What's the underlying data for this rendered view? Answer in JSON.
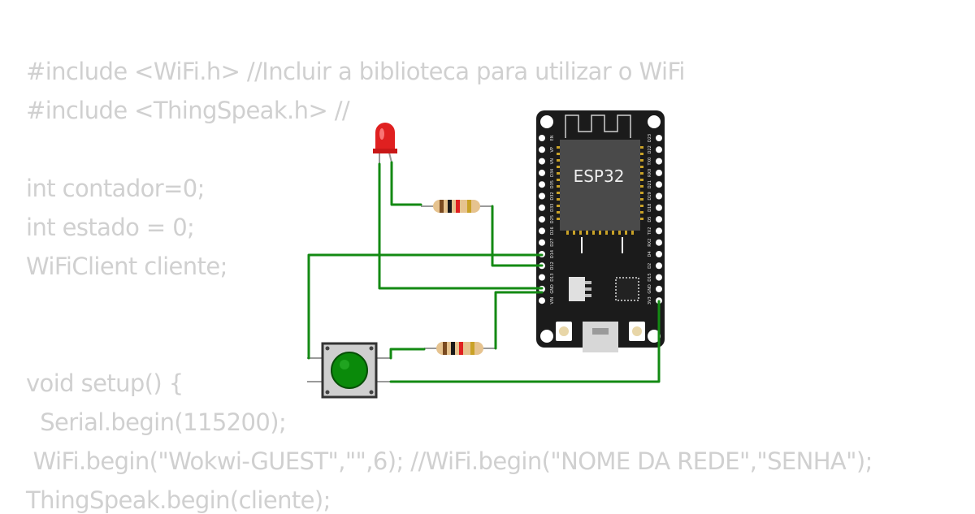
{
  "code_lines": [
    "#include <WiFi.h> //Incluir a biblioteca para utilizar o WiFi",
    "#include <ThingSpeak.h> //",
    "",
    "int contador=0;",
    "int estado = 0;",
    "WiFiClient cliente;",
    "",
    "",
    "void setup() {",
    "  Serial.begin(115200);",
    " WiFi.begin(\"Wokwi-GUEST\",\"\",6); //WiFi.begin(\"NOME DA REDE\",\"SENHA\");",
    "ThingSpeak.begin(cliente);"
  ],
  "circuit": {
    "board": {
      "chip_label": "ESP32",
      "left_pins": [
        "EN",
        "VP",
        "VN",
        "D34",
        "D35",
        "D32",
        "D33",
        "D25",
        "D26",
        "D27",
        "D14",
        "D12",
        "D13",
        "GND",
        "VIN"
      ],
      "right_pins": [
        "D23",
        "D22",
        "TX0",
        "RX0",
        "D21",
        "D19",
        "D18",
        "D5",
        "TX2",
        "RX2",
        "D4",
        "D2",
        "D15",
        "GND",
        "3V3"
      ]
    },
    "components": {
      "led_color": "#e02020",
      "button_color": "#0a8a0a",
      "wire_color": "#138a13"
    }
  }
}
